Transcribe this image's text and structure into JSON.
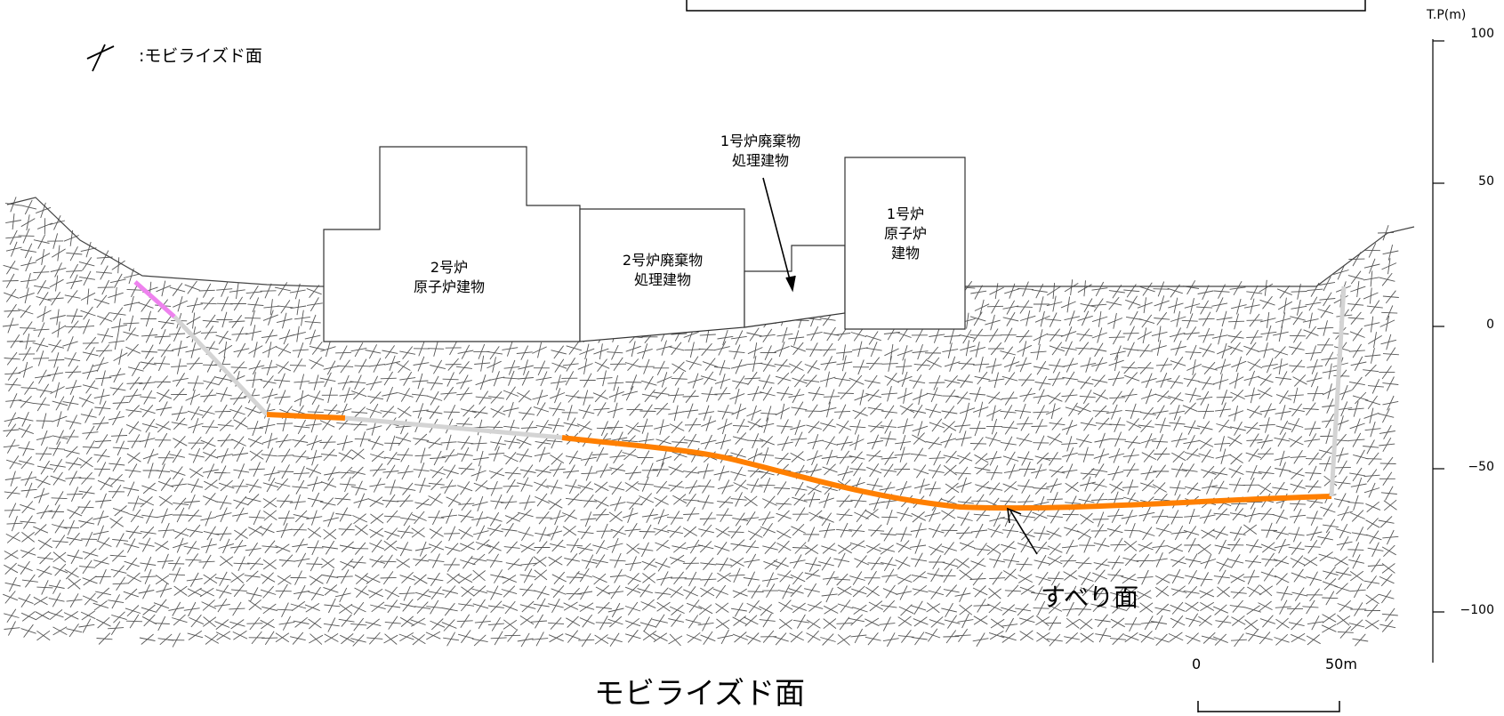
{
  "header": {
    "axis_unit": "T.P(m)"
  },
  "legend": {
    "label": ":モビライズド面",
    "icon": "mobilized-plane-symbol-icon"
  },
  "buildings": {
    "unit2_reactor": "2号炉\n原子炉建物",
    "unit2_waste": "2号炉廃棄物\n処理建物",
    "unit1_waste": "1号炉廃棄物\n処理建物",
    "unit1_reactor": "1号炉\n原子炉\n建物"
  },
  "annotation": {
    "slip_surface": "すべり面"
  },
  "title": "モビライズド面",
  "scale_bar": {
    "start": "0",
    "end": "50m"
  },
  "y_axis": {
    "ticks": [
      "100",
      "50",
      "0",
      "−50",
      "−100"
    ]
  },
  "colors": {
    "slip_orange": "#ff7f00",
    "slip_gray": "#d4d4d4",
    "slip_pink": "#ee82ee",
    "mesh": "#555555"
  }
}
